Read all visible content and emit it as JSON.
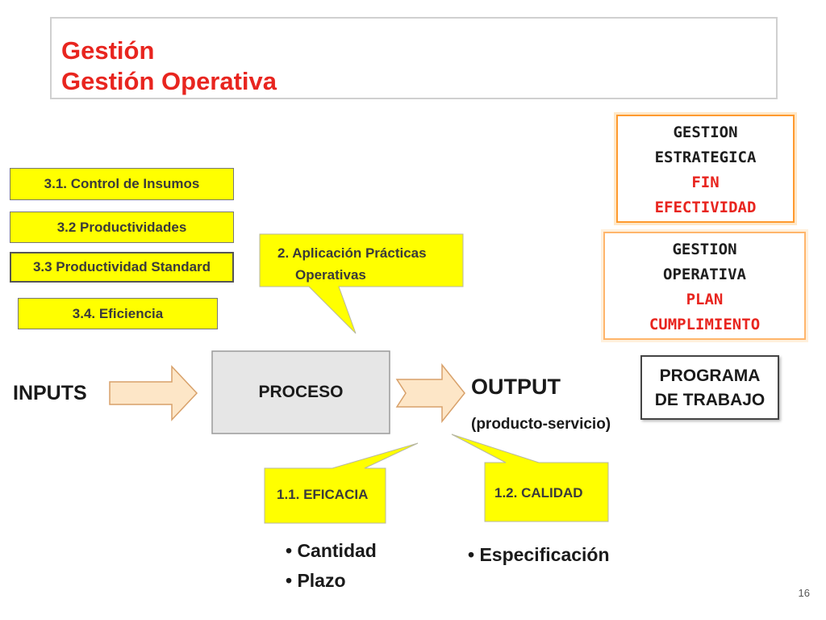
{
  "header": {
    "title_line1": "Gestión",
    "title_line2": "Gestión Operativa"
  },
  "left_boxes": [
    {
      "label": "3.1. Control de Insumos"
    },
    {
      "label": "3.2 Productividades"
    },
    {
      "label": "3.3 Productividad Standard"
    },
    {
      "label": "3.4. Eficiencia"
    }
  ],
  "callouts": {
    "aplicacion": {
      "line1": "2. Aplicación  Prácticas",
      "line2": "Operativas"
    },
    "eficacia": {
      "label": "1.1. EFICACIA"
    },
    "calidad": {
      "label": "1.2. CALIDAD"
    }
  },
  "flow": {
    "inputs": "INPUTS",
    "proceso": "PROCESO",
    "output": "OUTPUT",
    "output_sub": "(producto-servicio)"
  },
  "gestion_estrategica": {
    "line1": "GESTION",
    "line2": "ESTRATEGICA",
    "line3": "FIN",
    "line4": "EFECTIVIDAD"
  },
  "gestion_operativa": {
    "line1": "GESTION",
    "line2": "OPERATIVA",
    "line3": "PLAN",
    "line4": "CUMPLIMIENTO"
  },
  "programa": {
    "line1": "PROGRAMA",
    "line2": "DE TRABAJO"
  },
  "bullets_eficacia": [
    "• Cantidad",
    "• Plazo"
  ],
  "bullets_calidad": [
    "• Especificación"
  ],
  "page_number": "16",
  "colors": {
    "title_red": "#e8251f",
    "callout_yellow": "#ffff00",
    "arrow_fill": "#fde6c7",
    "process_fill": "#e6e6e6",
    "strategic_border": "#ff9a2e"
  }
}
